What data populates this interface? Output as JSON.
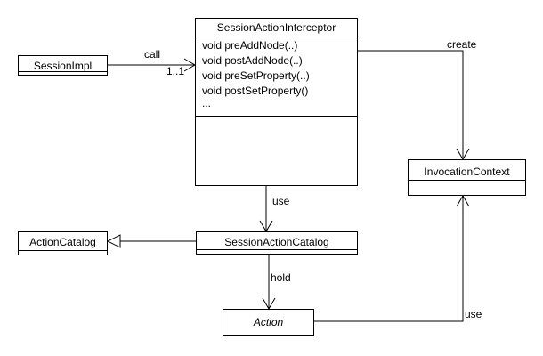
{
  "diagram": {
    "classes": {
      "session_impl": "SessionImpl",
      "interceptor": {
        "name": "SessionActionInterceptor",
        "operations": [
          "void preAddNode(..)",
          "void postAddNode(..)",
          "void preSetProperty(..)",
          "void postSetProperty()",
          "..."
        ]
      },
      "invocation_context": "InvocationContext",
      "action_catalog": "ActionCatalog",
      "session_action_catalog": "SessionActionCatalog",
      "action": "Action"
    },
    "edges": {
      "call_label": "call",
      "call_multiplicity": "1..1",
      "create_label": "create",
      "use_interceptor_label": "use",
      "hold_label": "hold",
      "use_action_label": "use"
    }
  }
}
